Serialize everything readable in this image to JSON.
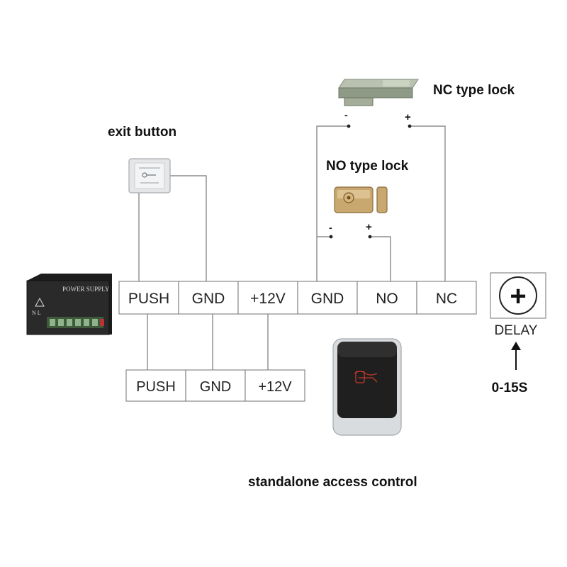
{
  "labels": {
    "nc_lock": "NC type lock",
    "no_lock": "NO type lock",
    "exit_button": "exit button",
    "standalone": "standalone access control",
    "delay": "DELAY",
    "delay_range": "0-15S",
    "delay_knob": "+"
  },
  "power_supply": {
    "title": "POWER SUPPLY",
    "mark": "N L"
  },
  "main_terminals": [
    "PUSH",
    "GND",
    "+12V",
    "GND",
    "NO",
    "NC"
  ],
  "controller_terminals": [
    "PUSH",
    "GND",
    "+12V"
  ],
  "polarity": {
    "nc_minus": "-",
    "nc_plus": "+",
    "no_minus": "-",
    "no_plus": "+"
  }
}
